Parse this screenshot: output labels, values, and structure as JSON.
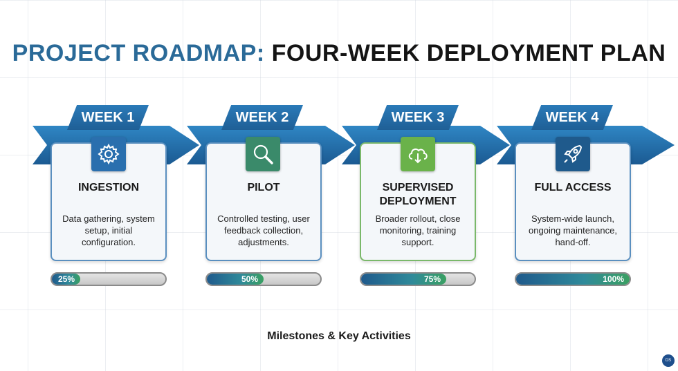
{
  "title": {
    "part1": "PROJECT ROADMAP:",
    "part2": "FOUR-WEEK DEPLOYMENT PLAN"
  },
  "weeks": [
    {
      "label": "WEEK 1",
      "icon": "gear-icon",
      "icon_color": "#2a6fae",
      "title": "INGESTION",
      "description": "Data gathering, system setup, initial configuration.",
      "progress": 25,
      "progress_label": "25%"
    },
    {
      "label": "WEEK 2",
      "icon": "magnifier-icon",
      "icon_color": "#3a8a6a",
      "title": "PILOT",
      "description": "Controlled testing, user feedback collection, adjustments.",
      "progress": 50,
      "progress_label": "50%"
    },
    {
      "label": "WEEK 3",
      "icon": "cloud-download-icon",
      "icon_color": "#6ab24a",
      "title": "SUPERVISED DEPLOYMENT",
      "description": "Broader rollout, close monitoring, training support.",
      "progress": 75,
      "progress_label": "75%"
    },
    {
      "label": "WEEK 4",
      "icon": "rocket-icon",
      "icon_color": "#1f5a8c",
      "title": "FULL ACCESS",
      "description": "System-wide launch, ongoing maintenance, hand-off.",
      "progress": 100,
      "progress_label": "100%"
    }
  ],
  "footer": {
    "caption": "Milestones & Key Activities",
    "badge": "DS"
  },
  "colors": {
    "title_accent": "#2a6a98",
    "arrow_blue": "#2a7ab8",
    "card_border_blue": "#5a8fbf",
    "card_border_green": "#7ab86a"
  }
}
